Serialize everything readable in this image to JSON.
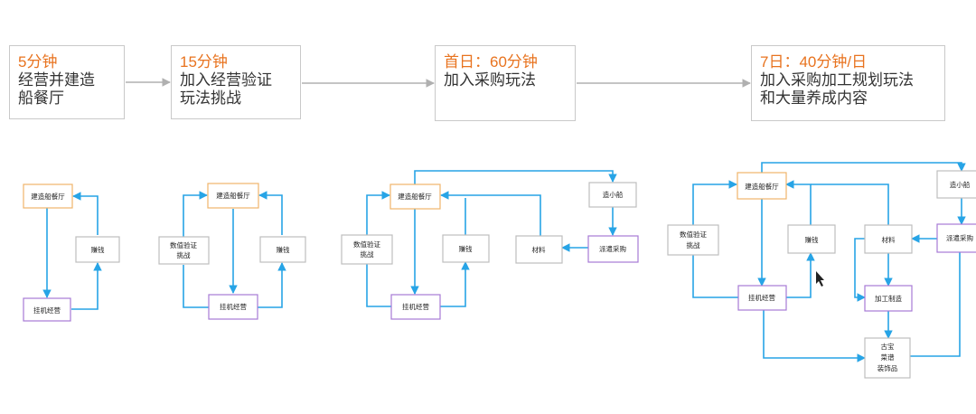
{
  "stages": [
    {
      "time": "5分钟",
      "desc": "经营并建造\n船餐厅"
    },
    {
      "time": "15分钟",
      "desc": "加入经营验证\n玩法挑战"
    },
    {
      "time": "首日：60分钟",
      "desc": "加入采购玩法"
    },
    {
      "time": "7日：40分钟/日",
      "desc": "加入采购加工规划玩法\n和大量养成内容"
    }
  ],
  "nodes": {
    "build": "建造船餐厅",
    "earn": "赚钱",
    "idle": "挂机经营",
    "verify": [
      "数值验证",
      "挑战"
    ],
    "material": "材料",
    "boat": "造小船",
    "dispatch": "派遣采购",
    "process": "加工制造",
    "collect": [
      "古宝",
      "菜谱",
      "装饰品"
    ]
  },
  "colors": {
    "accent": "#e8731f",
    "arrow": "#27a4e6",
    "orange_box": "#f0b46a",
    "purple_box": "#a77ad6"
  }
}
